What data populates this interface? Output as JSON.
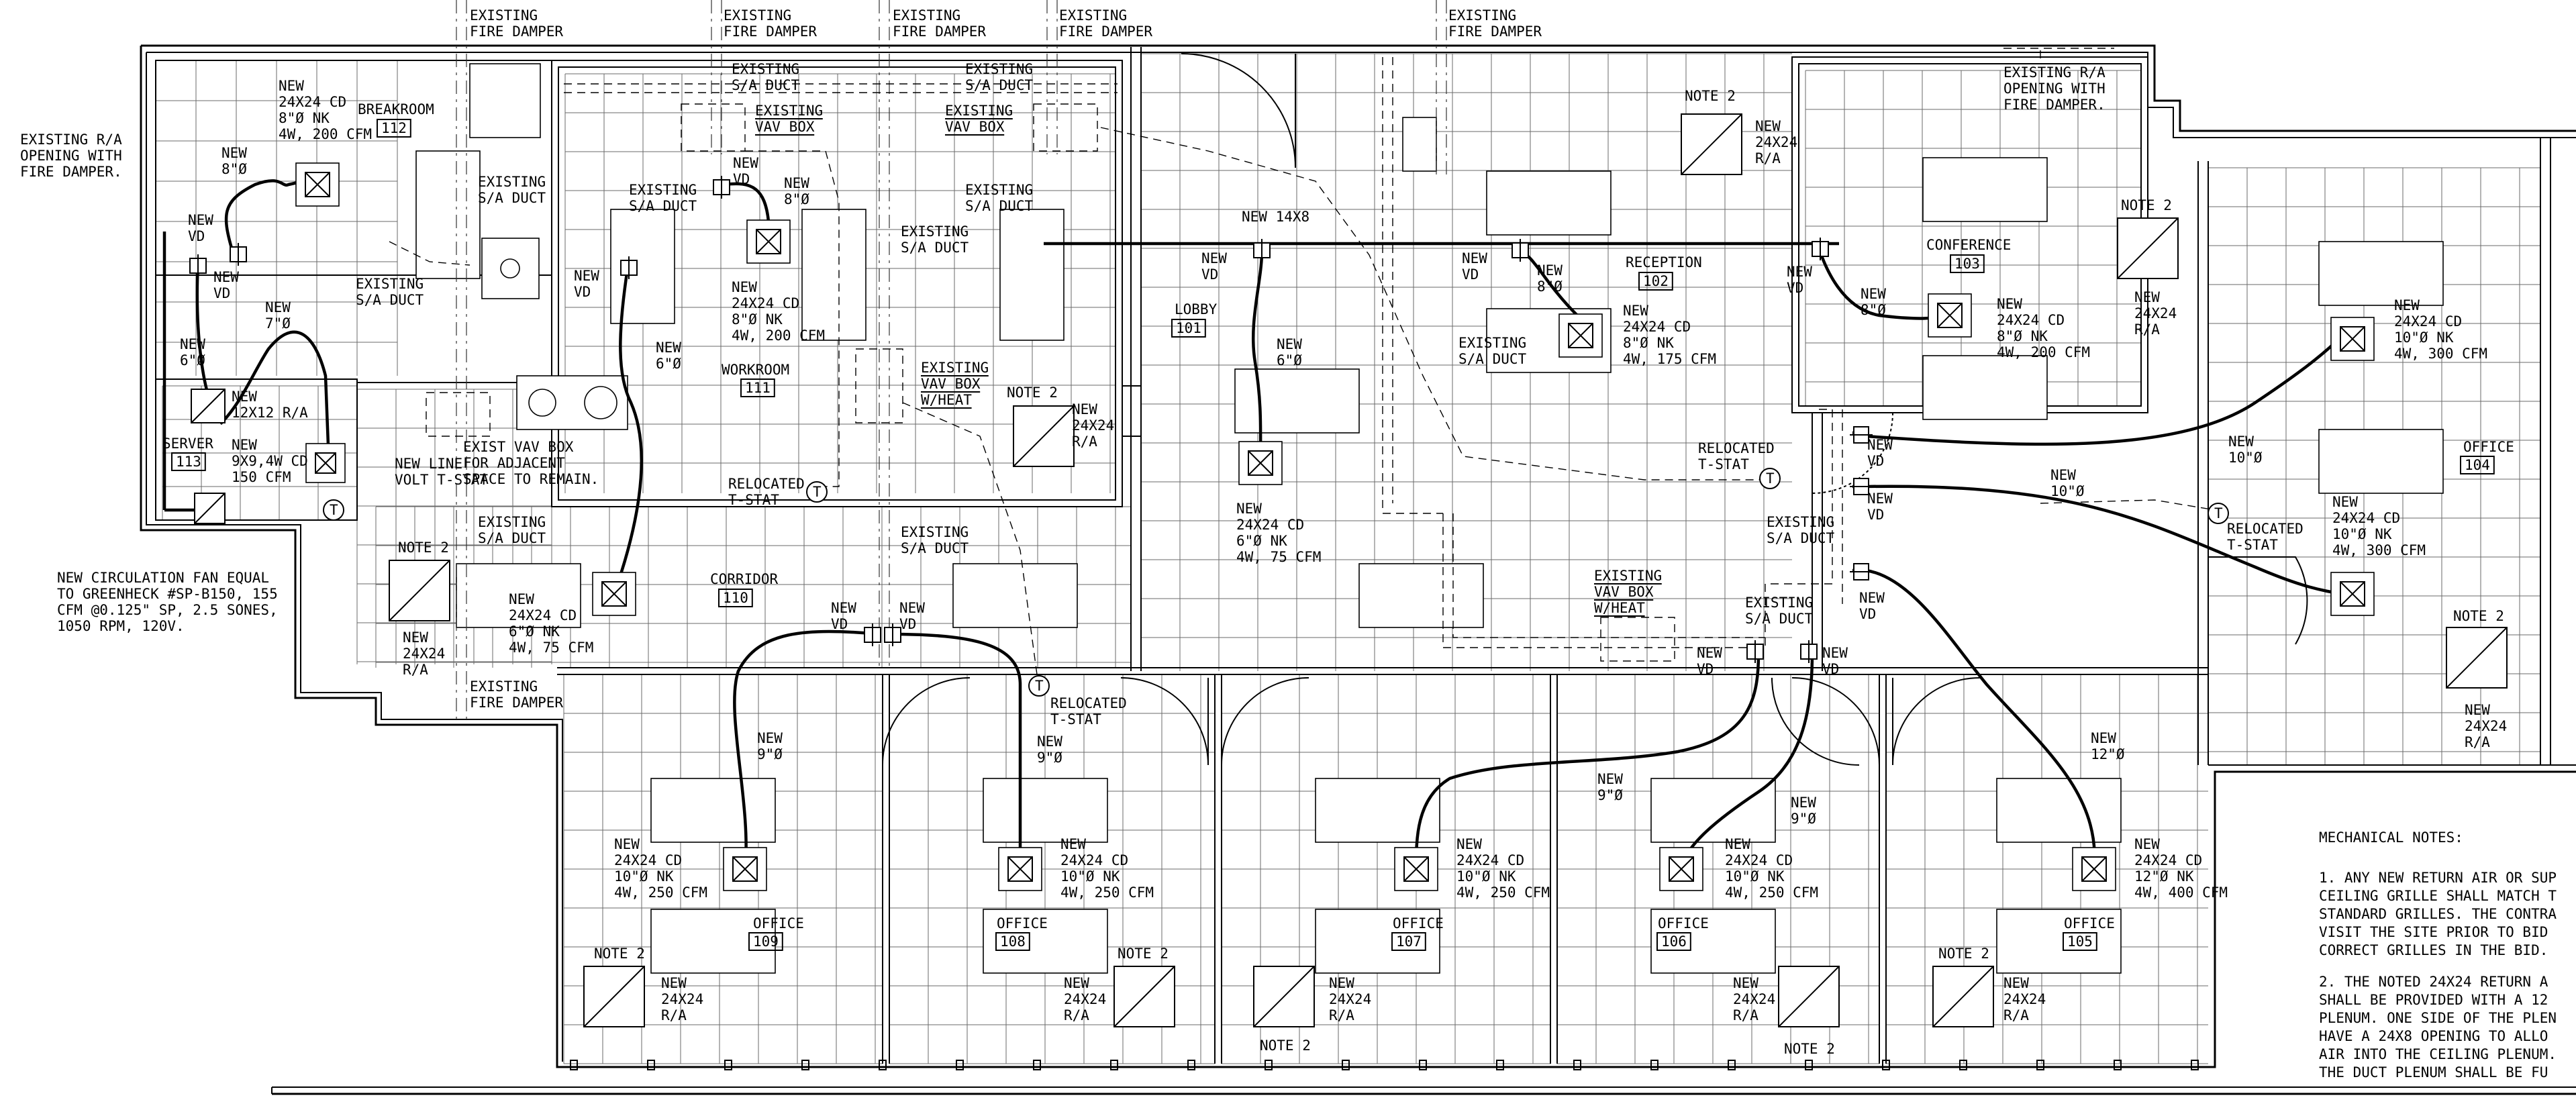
{
  "labels": {
    "fd_1": "EXISTING\nFIRE DAMPER",
    "fd_2": "EXISTING\nFIRE DAMPER",
    "fd_3": "EXISTING\nFIRE DAMPER",
    "fd_4": "EXISTING\nFIRE DAMPER",
    "fd_5": "EXISTING\nFIRE DAMPER",
    "fd_6": "EXISTING\nFIRE DAMPER",
    "ex_ra_left": "EXISTING R/A\nOPENING WITH\nFIRE DAMPER.",
    "ex_ra_right": "EXISTING R/A\nOPENING WITH\nFIRE DAMPER.",
    "breakroom_cd": "NEW\n24X24 CD\n8\"Ø NK\n4W, 200 CFM",
    "breakroom_name": "BREAKROOM",
    "breakroom_num": "112",
    "new8_br": "NEW\n8\"Ø",
    "newvd_br1": "NEW\nVD",
    "newvd_br2": "NEW\nVD",
    "new7_br": "NEW\n7\"Ø",
    "new6_br": "NEW\n6\"Ø",
    "exsa_br": "EXISTING\nS/A DUCT",
    "exsa_kitchen": "EXISTING\nS/A DUCT",
    "server_ra": "NEW\n12X12 R/A",
    "server_name": "SERVER",
    "server_num": "113",
    "server_cd": "NEW\n9X9,4W CD\n150 CFM",
    "lowvolt": "NEW LINE\nVOLT T-STAT",
    "exvav_adj": "EXIST VAV BOX\nFOR ADJACENT\nSPACE TO REMAIN.",
    "fan_note": "NEW CIRCULATION FAN EQUAL\nTO GREENHECK #SP-B150, 155\nCFM @0.125\" SP, 2.5 SONES,\n1050 RPM, 120V.",
    "note2_corr": "NOTE 2",
    "exsa_corr_l": "EXISTING\nS/A DUCT",
    "ra_corr_l": "NEW\n24X24\nR/A",
    "cd_corr": "NEW\n24X24 CD\n6\"Ø NK\n4W, 75 CFM",
    "exsa_wr_top": "EXISTING\nS/A DUCT",
    "exvav_wr": "EXISTING\nVAV BOX",
    "newvd_wr": "NEW\nVD",
    "new8_wr": "NEW\n8\"Ø",
    "exsa_wr_l": "EXISTING\nS/A DUCT",
    "newvd_wr_l": "NEW\nVD",
    "cd_wr": "NEW\n24X24 CD\n8\"Ø NK\n4W, 200 CFM",
    "new6_wr": "NEW\n6\"Ø",
    "workroom_name": "WORKROOM",
    "workroom_num": "111",
    "reloc_wr": "RELOCATED\nT-STAT",
    "exsa_mid_top": "EXISTING\nS/A DUCT",
    "exvav_mid": "EXISTING\nVAV BOX",
    "exsa_mid2": "EXISTING\nS/A DUCT",
    "exsa_mid3": "EXISTING\nS/A DUCT",
    "exvav_heat_1": "EXISTING\nVAV BOX\nW/HEAT",
    "note2_mid": "NOTE 2",
    "ra_mid": "NEW\n24X24\nR/A",
    "exsa_mid4": "EXISTING\nS/A DUCT",
    "corridor_name": "CORRIDOR",
    "corridor_num": "110",
    "newvd_c1": "NEW\nVD",
    "newvd_c2": "NEW\nVD",
    "reloc_corr": "RELOCATED\nT-STAT",
    "new14x8": "NEW 14X8",
    "newvd_lobby": "NEW\nVD",
    "lobby_name": "LOBBY",
    "lobby_num": "101",
    "new6_lobby": "NEW\n6\"Ø",
    "cd_lobby": "NEW\n24X24 CD\n6\"Ø NK\n4W, 75 CFM",
    "note2_rec": "NOTE 2",
    "ra_rec": "NEW\n24X24\nR/A",
    "newvd_rec": "NEW\nVD",
    "new8_rec": "NEW\n8\"Ø",
    "reception_name": "RECEPTION",
    "reception_num": "102",
    "cd_rec": "NEW\n24X24 CD\n8\"Ø NK\n4W, 175 CFM",
    "exsa_rec": "EXISTING\nS/A DUCT",
    "reloc_rec": "RELOCATED\nT-STAT",
    "exvav_heat_2": "EXISTING\nVAV BOX\nW/HEAT",
    "exsa_rec2": "EXISTING\nS/A DUCT",
    "exsa_rec3": "EXISTING\nS/A DUCT",
    "newvd_106": "NEW\nVD",
    "newvd_106b": "NEW\nVD",
    "newvd_conf": "NEW\nVD",
    "new8_conf": "NEW\n8\"Ø",
    "conference_name": "CONFERENCE",
    "conference_num": "103",
    "cd_conf": "NEW\n24X24 CD\n8\"Ø NK\n4W, 200 CFM",
    "note2_conf": "NOTE 2",
    "ra_conf": "NEW\n24X24\nR/A",
    "newvd_104a": "NEW\nVD",
    "newvd_104b": "NEW\nVD",
    "newvd_105": "NEW\nVD",
    "new10_104a": "NEW\n10\"Ø",
    "new10_104b": "NEW\n10\"Ø",
    "cd_104a": "NEW\n24X24 CD\n10\"Ø NK\n4W, 300 CFM",
    "cd_104b": "NEW\n24X24 CD\n10\"Ø NK\n4W, 300 CFM",
    "office104_name": "OFFICE",
    "office104_num": "104",
    "reloc_104": "RELOCATED\nT-STAT",
    "note2_104": "NOTE 2",
    "ra_104": "NEW\n24X24\nR/A",
    "new9_109": "NEW\n9\"Ø",
    "cd_109": "NEW\n24X24 CD\n10\"Ø NK\n4W, 250 CFM",
    "office109_name": "OFFICE",
    "office109_num": "109",
    "note2_109": "NOTE 2",
    "ra_109": "NEW\n24X24\nR/A",
    "new9_108": "NEW\n9\"Ø",
    "cd_108": "NEW\n24X24 CD\n10\"Ø NK\n4W, 250 CFM",
    "office108_name": "OFFICE",
    "office108_num": "108",
    "note2_108": "NOTE 2",
    "ra_108": "NEW\n24X24\nR/A",
    "cd_107": "NEW\n24X24 CD\n10\"Ø NK\n4W, 250 CFM",
    "office107_name": "OFFICE",
    "office107_num": "107",
    "ra_107": "NEW\n24X24\nR/A",
    "note2_107": "NOTE 2",
    "new9_107": "NEW\n9\"Ø",
    "new9_106": "NEW\n9\"Ø",
    "cd_106": "NEW\n24X24 CD\n10\"Ø NK\n4W, 250 CFM",
    "office106_name": "OFFICE",
    "office106_num": "106",
    "ra_106": "NEW\n24X24\nR/A",
    "note2_106": "NOTE 2",
    "new12_105": "NEW\n12\"Ø",
    "cd_105": "NEW\n24X24 CD\n12\"Ø NK\n4W, 400 CFM",
    "office105_name": "OFFICE",
    "office105_num": "105",
    "note2_105": "NOTE 2",
    "ra_105": "NEW\n24X24\nR/A",
    "tstat_mark": "T"
  },
  "notes": {
    "heading": "MECHANICAL NOTES:",
    "note1": "1. ANY NEW RETURN AIR OR SUP\nCEILING GRILLE SHALL MATCH T\nSTANDARD GRILLES. THE CONTRA\nVISIT THE SITE PRIOR TO BID\nCORRECT GRILLES IN THE BID.",
    "note2": "2. THE NOTED 24X24 RETURN A\nSHALL BE PROVIDED WITH A 12\nPLENUM. ONE SIDE OF THE PLEN\nHAVE A 24X8 OPENING TO ALLO\nAIR INTO THE CEILING PLENUM.\nTHE DUCT PLENUM SHALL BE FU"
  }
}
